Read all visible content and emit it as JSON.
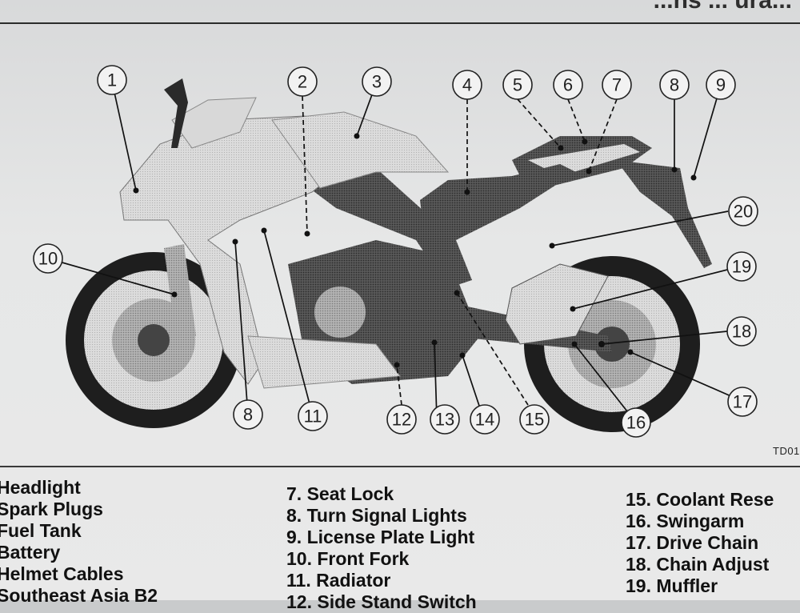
{
  "header": {
    "text": "...ns ... ura..."
  },
  "figure": {
    "code": "TD01",
    "callouts": [
      {
        "n": "1"
      },
      {
        "n": "2"
      },
      {
        "n": "3"
      },
      {
        "n": "4"
      },
      {
        "n": "5"
      },
      {
        "n": "6"
      },
      {
        "n": "7"
      },
      {
        "n": "8"
      },
      {
        "n": "9"
      },
      {
        "n": "10"
      },
      {
        "n": "11"
      },
      {
        "n": "12"
      },
      {
        "n": "13"
      },
      {
        "n": "14"
      },
      {
        "n": "15"
      },
      {
        "n": "16"
      },
      {
        "n": "17"
      },
      {
        "n": "18"
      },
      {
        "n": "19"
      },
      {
        "n": "20"
      },
      {
        "n": "8"
      }
    ]
  },
  "legend": {
    "col1": [
      "Headlight",
      "Spark Plugs",
      "Fuel Tank",
      "Battery",
      "Helmet Cables",
      "Southeast Asia B2"
    ],
    "col2": [
      "7. Seat Lock",
      "8. Turn Signal Lights",
      "9. License Plate Light",
      "10. Front Fork",
      "11. Radiator",
      "12. Side Stand Switch"
    ],
    "col3": [
      "15. Coolant Rese",
      "16. Swingarm",
      "17. Drive Chain",
      "18. Chain Adjust",
      "19. Muffler"
    ]
  },
  "colors": {
    "ink": "#222222",
    "paper": "#e8e8e8",
    "halftone": "#8a8a8a"
  }
}
